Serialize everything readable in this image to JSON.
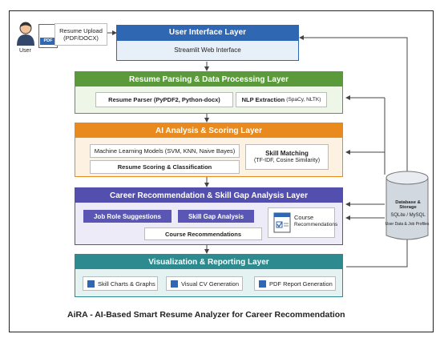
{
  "user": {
    "label": "User"
  },
  "upload": {
    "label": "Resume Upload (PDF/DOCX)",
    "icon_text": "PDF"
  },
  "layers": {
    "ui": {
      "title": "User Interface Layer",
      "sub": "Streamlit Web Interface",
      "color": "#2f67b3"
    },
    "parsing": {
      "title": "Resume Parsing & Data Processing Layer",
      "color": "#5a9a3a",
      "box1": "Resume Parser (PyPDF2, Python-docx)",
      "box2_main": "NLP Extraction",
      "box2_small": "(SpaCy, NLTK)"
    },
    "ai": {
      "title": "AI Analysis & Scoring Layer",
      "color": "#e98a1f",
      "box1": "Machine Learning Models (SVM, KNN, Naive Bayes)",
      "box2": "Resume Scoring & Classification",
      "skill_title": "Skill Matching",
      "skill_sub": "(TF-IDF, Cosine Similarity)"
    },
    "career": {
      "title": "Career Recommendation & Skill Gap Analysis Layer",
      "color": "#534fae",
      "chip1": "Job Role Suggestions",
      "chip2": "Skill Gap Analysis",
      "box1": "Course Recommendations",
      "course_title": "Course",
      "course_sub": "Recommendations"
    },
    "viz": {
      "title": "Visualization & Reporting Layer",
      "color": "#2d8a8e",
      "b1": "Skill Charts & Graphs",
      "b2": "Visual CV Generation",
      "b3": "PDF Report Generation"
    }
  },
  "database": {
    "title": "Database & Storage",
    "sub1": "SQLite / MySQL",
    "sub2": "User Data & Job Profiles"
  },
  "footer": {
    "title": "AiRA - AI-Based Smart Resume Analyzer for Career Recommendation"
  }
}
